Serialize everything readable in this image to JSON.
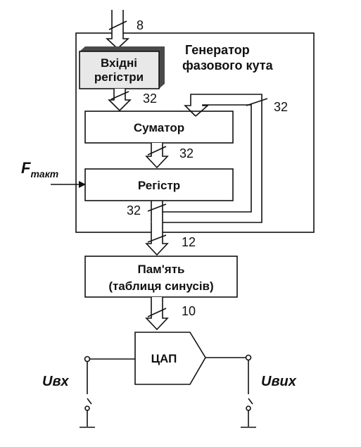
{
  "labels": {
    "input_registers_line1": "Вхідні",
    "input_registers_line2": "регістри",
    "generator_line1": "Генератор",
    "generator_line2": "фазового кута",
    "adder": "Суматор",
    "register": "Регістр",
    "memory_line1": "Пам'ять",
    "memory_line2": "(таблиця синусів)",
    "dac": "ЦАП",
    "clock_main": "F",
    "clock_sub": "такт",
    "u_in": "Uвх",
    "u_out": "Uвих"
  },
  "bus_widths": {
    "input": "8",
    "registers_to_adder": "32",
    "feedback": "32",
    "adder_to_register": "32",
    "register_out": "32",
    "to_memory": "12",
    "to_dac": "10"
  }
}
